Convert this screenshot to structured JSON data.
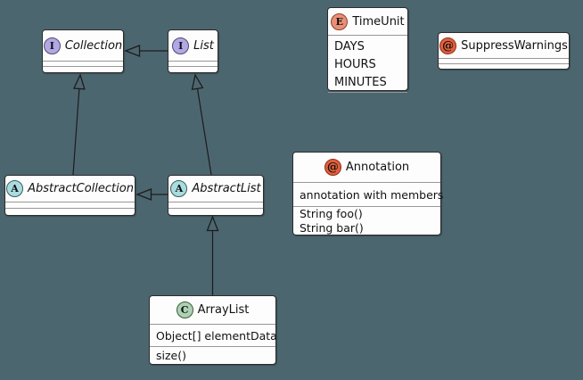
{
  "diagram": {
    "background": "#4C6670",
    "box_fill": "#FDFDFD",
    "box_border": "#2B2B2B",
    "line_color": "#1C1C1C",
    "separator_color": "#989898"
  },
  "spots": {
    "interface": {
      "letter": "I",
      "fill": "#B4A7E5",
      "border": "#4B4B6B"
    },
    "abstract": {
      "letter": "A",
      "fill": "#A9DCDF",
      "border": "#3B5B5B"
    },
    "class": {
      "letter": "C",
      "fill": "#ADD1B2",
      "border": "#3B5B3B"
    },
    "enum": {
      "letter": "E",
      "fill": "#E89077",
      "border": "#943D23"
    },
    "annotation": {
      "letter": "@",
      "fill": "#E2603D",
      "border": "#8C2E12"
    }
  },
  "classes": [
    {
      "name": "Collection",
      "kind": "interface"
    },
    {
      "name": "List",
      "kind": "interface"
    },
    {
      "name": "TimeUnit",
      "kind": "enum",
      "values": [
        "DAYS",
        "HOURS",
        "MINUTES"
      ]
    },
    {
      "name": "SuppressWarnings",
      "kind": "annotation"
    },
    {
      "name": "Annotation",
      "kind": "annotation",
      "fields": [
        "annotation with members"
      ],
      "methods": [
        "String foo()",
        "String bar()"
      ]
    },
    {
      "name": "AbstractCollection",
      "kind": "abstract"
    },
    {
      "name": "AbstractList",
      "kind": "abstract"
    },
    {
      "name": "ArrayList",
      "kind": "class",
      "fields": [
        "Object[] elementData"
      ],
      "methods": [
        "size()"
      ]
    }
  ],
  "relations": [
    {
      "from": "List",
      "to": "Collection",
      "type": "extends"
    },
    {
      "from": "AbstractCollection",
      "to": "Collection",
      "type": "extends"
    },
    {
      "from": "AbstractList",
      "to": "List",
      "type": "extends"
    },
    {
      "from": "AbstractList",
      "to": "AbstractCollection",
      "type": "extends"
    },
    {
      "from": "ArrayList",
      "to": "AbstractList",
      "type": "extends"
    }
  ]
}
